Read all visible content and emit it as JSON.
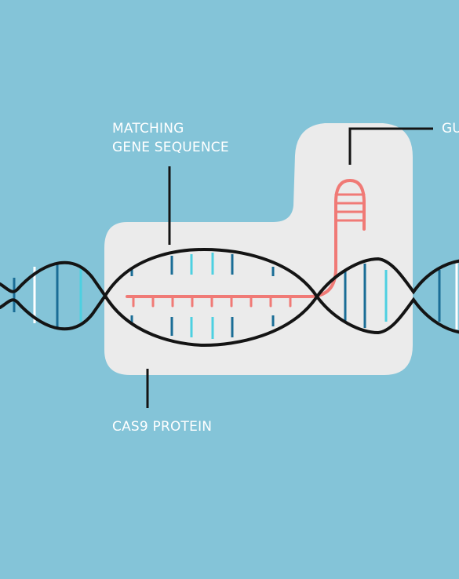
{
  "labels": {
    "matching_line1": "MATCHING",
    "matching_line2": "GENE SEQUENCE",
    "guide_partial": "GU",
    "cas9": "CAS9 PROTEIN"
  },
  "colors": {
    "background": "#84c4d8",
    "protein": "#ebebeb",
    "strand": "#141414",
    "rung_dark": "#1a6d96",
    "rung_cyan": "#4dd0e1",
    "rung_white": "#ffffff",
    "guide_rna": "#f07a76",
    "label_text": "#ffffff"
  }
}
